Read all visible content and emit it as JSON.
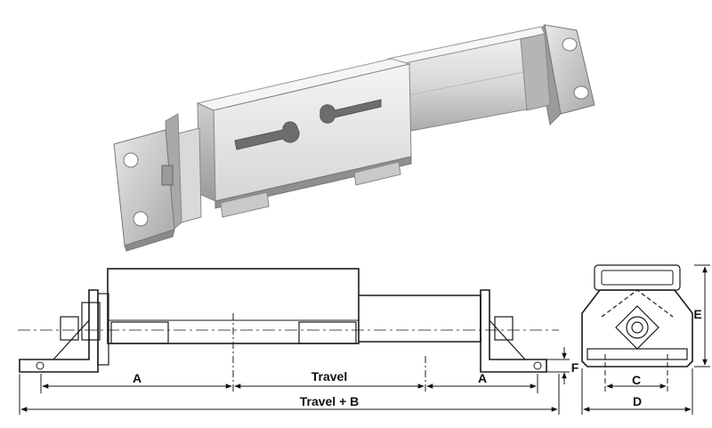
{
  "labels": {
    "a_left": "A",
    "travel": "Travel",
    "a_right": "A",
    "travel_plus_b": "Travel + B",
    "f": "F",
    "c": "C",
    "d": "D",
    "e": "E"
  },
  "colors": {
    "steel_light": "#e9e9e9",
    "steel_mid": "#bdbdbd",
    "steel_dark": "#8a8a8a",
    "line": "#1a1a1a"
  }
}
